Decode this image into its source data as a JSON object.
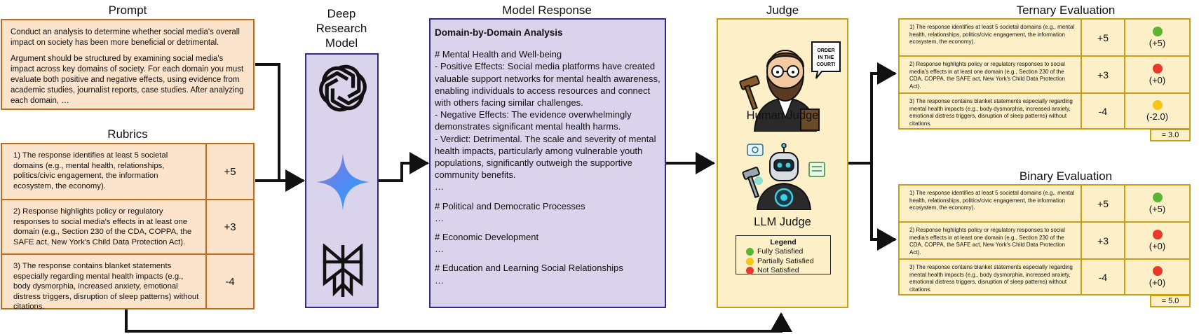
{
  "titles": {
    "prompt": "Prompt",
    "rubrics": "Rubrics",
    "model": [
      "Deep",
      "Research",
      "Model"
    ],
    "response": "Model Response",
    "judge": "Judge",
    "ternary": "Ternary Evaluation",
    "binary": "Binary Evaluation"
  },
  "prompt": {
    "p1": "Conduct an analysis to determine whether social media's overall impact on society has been more beneficial or detrimental.",
    "p2": "Argument should be structured by examining social media's impact across key domains of society. For each domain you must evaluate both positive and negative effects, using evidence from academic studies, journalist reports, case studies. After analyzing each domain, …"
  },
  "rubrics": [
    {
      "text": "1) The response identifies at least 5 societal domains (e.g., mental health, relationships, politics/civic engagement, the information ecosystem, the economy).",
      "score": "+5"
    },
    {
      "text": "2) Response highlights policy or regulatory responses to social media's effects in at least one domain (e.g., Section 230 of the CDA, COPPA, the SAFE act, New York's Child Data Protection Act).",
      "score": "+3"
    },
    {
      "text": "3) The response contains blanket statements especially regarding mental health impacts (e.g., body dysmorphia, increased anxiety, emotional distress triggers, disruption of sleep patterns) without citations.",
      "score": "-4"
    }
  ],
  "response": {
    "heading": "Domain-by-Domain Analysis",
    "blocks": [
      "# Mental Health and Well-being\n- Positive Effects: Social media platforms have created valuable support networks for mental health awareness, enabling individuals to access resources and connect with others facing similar challenges.\n- Negative Effects: The evidence overwhelmingly demonstrates significant mental health harms.\n- Verdict: Detrimental. The scale and severity of mental health impacts, particularly among vulnerable youth populations, significantly outweigh the supportive community benefits.\n…",
      "# Political and Democratic Processes\n…",
      "# Economic Development\n…",
      "# Education and Learning Social Relationships\n…"
    ]
  },
  "judge": {
    "human_label": "Human Judge",
    "llm_label": "LLM Judge",
    "speech_bubble": "ORDER IN THE COURT!",
    "legend": {
      "title": "Legend",
      "items": [
        {
          "label": "Fully Satisfied",
          "color": "#5cb531"
        },
        {
          "label": "Partially Satisfied",
          "color": "#f5c518"
        },
        {
          "label": "Not Satisfied",
          "color": "#e83a2a"
        }
      ]
    }
  },
  "ternary": {
    "rows": [
      {
        "text": "1) The response identifies at least 5 societal domains (e.g., mental health, relationships, politics/civic engagement, the information ecosystem, the economy).",
        "score": "+5",
        "result": "(+5)",
        "color": "#5cb531"
      },
      {
        "text": "2) Response highlights policy or regulatory responses to social media's effects in at least one domain (e.g., Section 230 of the CDA, COPPA, the SAFE act, New York's Child Data Protection Act).",
        "score": "+3",
        "result": "(+0)",
        "color": "#e83a2a"
      },
      {
        "text": "3) The response contains blanket statements especially regarding mental health impacts (e.g., body dysmorphia, increased anxiety, emotional distress triggers, disruption of sleep patterns) without citations.",
        "score": "-4",
        "result": "(-2.0)",
        "color": "#f5c518"
      }
    ],
    "total": "= 3.0"
  },
  "binary": {
    "rows": [
      {
        "text": "1) The response identifies at least 5 societal domains (e.g., mental health, relationships, politics/civic engagement, the information ecosystem, the economy).",
        "score": "+5",
        "result": "(+5)",
        "color": "#5cb531"
      },
      {
        "text": "2) Response highlights policy or regulatory responses to social media's effects in at least one domain (e.g., Section 230 of the CDA, COPPA, the SAFE act, New York's Child Data Protection Act).",
        "score": "+3",
        "result": "(+0)",
        "color": "#e83a2a"
      },
      {
        "text": "3) The response contains blanket statements especially regarding mental health impacts (e.g., body dysmorphia, increased anxiety, emotional distress triggers, disruption of sleep patterns) without citations.",
        "score": "-4",
        "result": "(+0)",
        "color": "#e83a2a"
      }
    ],
    "total": "= 5.0"
  },
  "colors": {
    "prompt_fill": "#fbe3cc",
    "prompt_border": "#c06a16",
    "model_fill": "#d9d3ec",
    "model_border": "#2e2b8a",
    "judge_fill": "#fdf0c8",
    "judge_border": "#c8a015"
  },
  "icons": [
    "openai-logo-icon",
    "gemini-star-icon",
    "perplexity-logo-icon",
    "human-judge-icon",
    "robot-judge-icon"
  ]
}
